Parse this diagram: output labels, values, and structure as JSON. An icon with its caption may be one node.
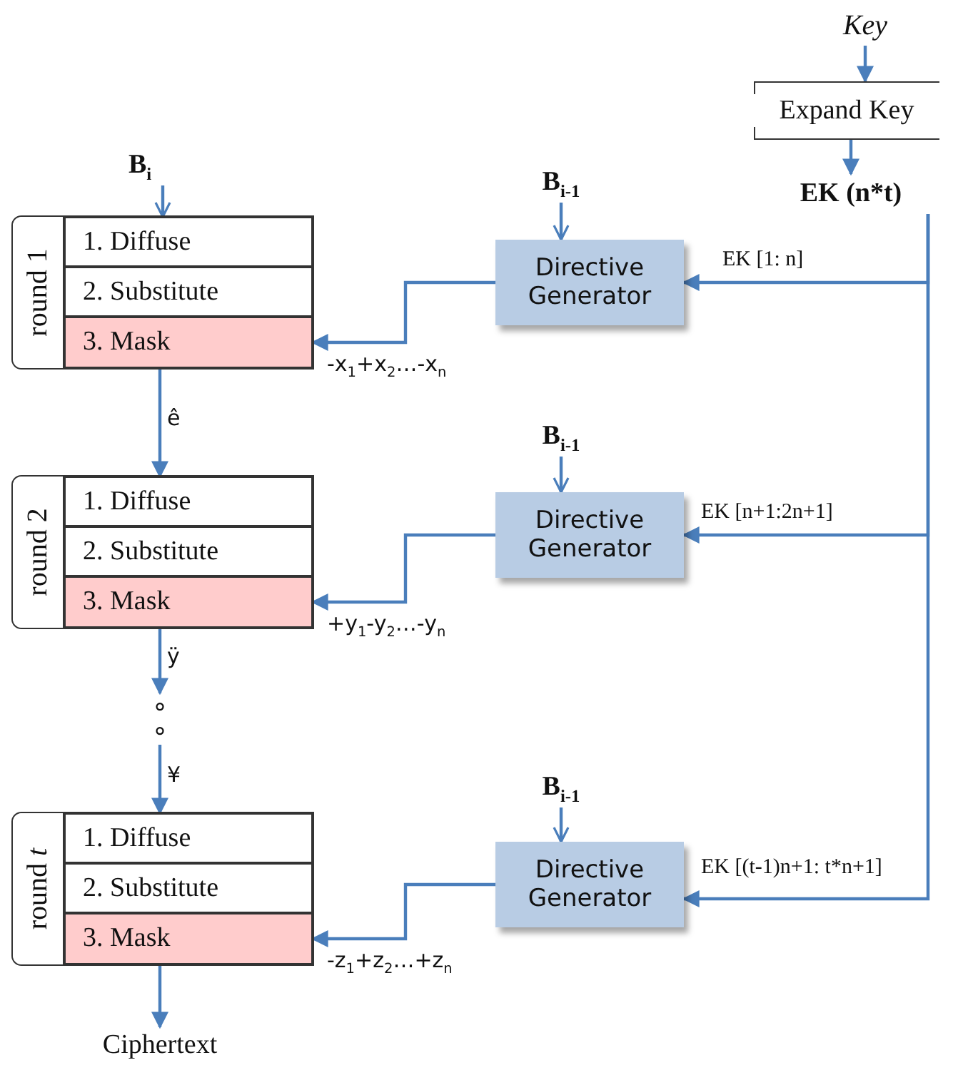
{
  "diagram": {
    "nodes": [
      {
        "text": [
          "Key"
        ]
      },
      {
        "text": [
          "Expand Key"
        ]
      },
      {
        "text": [
          "EK (n*t)"
        ]
      },
      {
        "text": [
          "B$_{i}$"
        ]
      },
      {
        "text": [
          "round 1"
        ]
      },
      {
        "text": [
          "1.  Diffuse"
        ],
        "in": 4
      },
      {
        "text": [
          "2.  Substitute"
        ],
        "in": 4
      },
      {
        "text": [
          "3.  Mask"
        ],
        "in": 4
      },
      {
        "text": [
          "B$_{i-1}$"
        ]
      },
      {
        "text": [
          "Directive Generator"
        ]
      },
      {
        "text": [
          "round 2"
        ]
      },
      {
        "text": [
          "1.  Diffuse"
        ],
        "in": 10
      },
      {
        "text": [
          "2.  Substitute"
        ],
        "in": 10
      },
      {
        "text": [
          "3.  Mask"
        ],
        "in": 10
      },
      {
        "text": [
          "B$_{i-1}$"
        ]
      },
      {
        "text": [
          "Directive Generator"
        ]
      },
      {
        "text": [
          "∘",
          "∘"
        ]
      },
      {
        "text": [
          "round *t*"
        ]
      },
      {
        "text": [
          "1.  Diffuse"
        ],
        "in": 17
      },
      {
        "text": [
          "2.  Substitute"
        ],
        "in": 17
      },
      {
        "text": [
          "3.  Mask"
        ],
        "in": 17
      },
      {
        "text": [
          "B$_{i-1}$"
        ]
      },
      {
        "text": [
          "Directive Generator"
        ]
      },
      {
        "text": [
          "Ciphertext"
        ]
      }
    ],
    "edges": [
      {
        "from": 0,
        "to": 1,
        "arrow": "to"
      },
      {
        "from": 1,
        "to": 2,
        "arrow": "to"
      },
      {
        "from": 3,
        "to": 5,
        "arrow": "to"
      },
      {
        "from": 8,
        "to": 9,
        "arrow": "to"
      },
      {
        "from": 2,
        "to": 9,
        "arrow": "to",
        "label": "EK [1: n]"
      },
      {
        "from": 9,
        "to": 7,
        "arrow": "to",
        "label": "-x$_{1}$+x$_{2}$…-x$_{n}$"
      },
      {
        "from": 7,
        "to": 11,
        "arrow": "to",
        "label": "ê"
      },
      {
        "from": 14,
        "to": 15,
        "arrow": "to"
      },
      {
        "from": 2,
        "to": 15,
        "arrow": "to",
        "label": "EK [n+1:2n+1]"
      },
      {
        "from": 15,
        "to": 13,
        "arrow": "to",
        "label": "+y$_{1}$-y$_{2}$…-y$_{n}$"
      },
      {
        "from": 13,
        "to": 16,
        "arrow": "to",
        "label": "ÿ"
      },
      {
        "from": 16,
        "to": 18,
        "arrow": "to",
        "label": "¥"
      },
      {
        "from": 21,
        "to": 22,
        "arrow": "to"
      },
      {
        "from": 2,
        "to": 22,
        "arrow": "to",
        "label": "EK [(t-1)n+1: t*n+1]"
      },
      {
        "from": 22,
        "to": 20,
        "arrow": "to",
        "label": "-z$_{1}$+z$_{2}$…+z$_{n}$"
      },
      {
        "from": 20,
        "to": 23,
        "arrow": "to"
      }
    ]
  }
}
